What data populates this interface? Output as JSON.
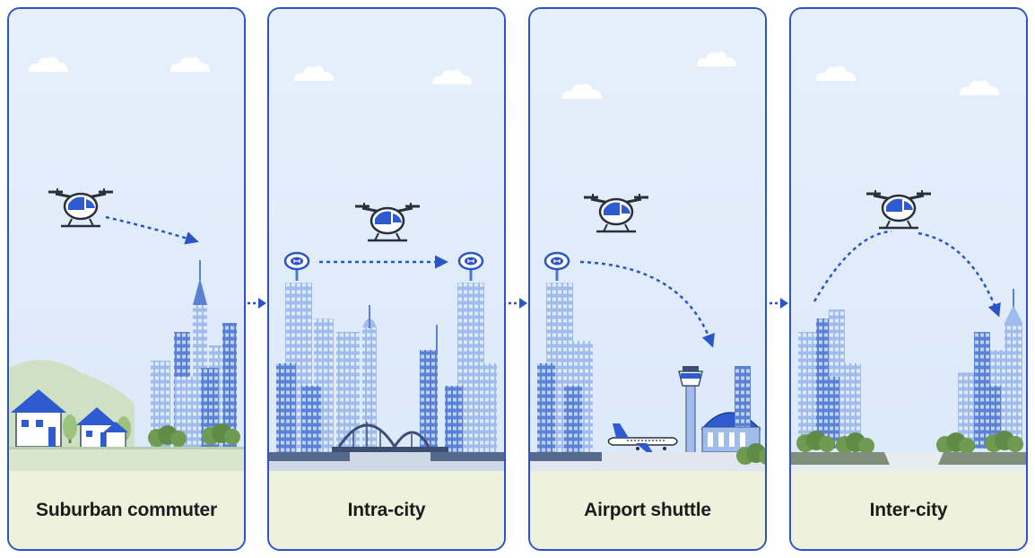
{
  "panels": [
    {
      "id": "suburban",
      "label": "Suburban commuter"
    },
    {
      "id": "intracity",
      "label": "Intra-city"
    },
    {
      "id": "airport",
      "label": "Airport shuttle"
    },
    {
      "id": "intercity",
      "label": "Inter-city"
    }
  ],
  "icons": {
    "aircraft": "evtol-drone-icon",
    "vertiport": "vertiport-pad-icon",
    "cloud": "cloud-icon",
    "connector": "dashed-arrow-icon"
  },
  "colors": {
    "border": "#2b55c6",
    "sky": "#e3eefb",
    "building": "#8fb0e6",
    "building_dark": "#4f78cf",
    "route": "#2b55c6",
    "ground": "#d9e6cf",
    "caption_bg": "#eef2dc"
  }
}
